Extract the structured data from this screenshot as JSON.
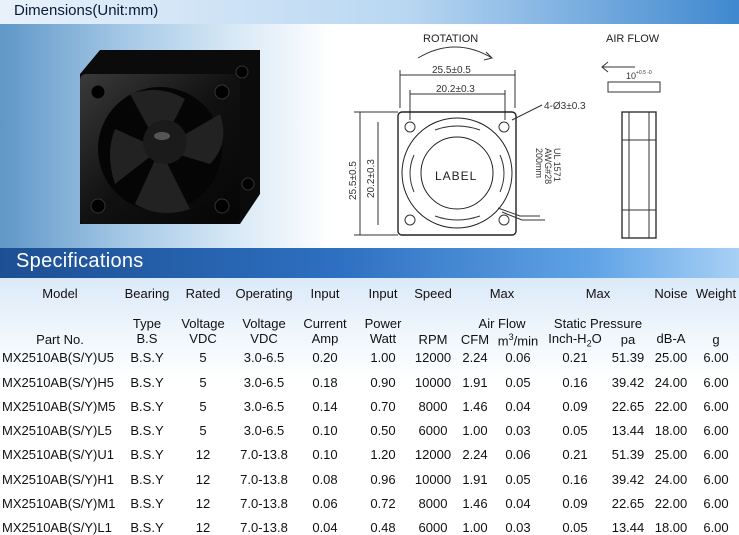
{
  "header": {
    "dimensions_title": "Dimensions(Unit:mm)",
    "specifications_title": "Specifications"
  },
  "drawing": {
    "rotation_label": "ROTATION",
    "airflow_label": "AIR FLOW",
    "dim_outer_width": "25.5±0.5",
    "dim_hole_pitch": "20.2±0.3",
    "dim_holes": "4-Ø3±0.3",
    "dim_outer_height": "25.5±0.5",
    "dim_hole_pitch_v": "20.2±0.3",
    "label_text": "LABEL",
    "wire_line1": "UL 1571",
    "wire_line2": "AWG#28",
    "wire_line3": "200mm",
    "thickness": "10",
    "thickness_tol": "+0.5 -0",
    "photo_alt": "fan-photo"
  },
  "table": {
    "head_row1": [
      "Model",
      "Bearing",
      "Rated",
      "Operating",
      "Input",
      "Input",
      "Speed",
      "Max",
      "Max",
      "Noise",
      "Weight"
    ],
    "head_row2": [
      "Part No.",
      "Type",
      "Voltage",
      "Voltage",
      "Current",
      "Power",
      "Air Flow",
      "Static Pressure"
    ],
    "head_row3": [
      "B.S",
      "VDC",
      "VDC",
      "Amp",
      "Watt",
      "RPM",
      "CFM",
      "m3/min",
      "Inch-H2O",
      "pa",
      "dB-A",
      "g"
    ],
    "rows": [
      [
        "MX2510AB(S/Y)U5",
        "B.S.Y",
        "5",
        "3.0-6.5",
        "0.20",
        "1.00",
        "12000",
        "2.24",
        "0.06",
        "0.21",
        "51.39",
        "25.00",
        "6.00"
      ],
      [
        "MX2510AB(S/Y)H5",
        "B.S.Y",
        "5",
        "3.0-6.5",
        "0.18",
        "0.90",
        "10000",
        "1.91",
        "0.05",
        "0.16",
        "39.42",
        "24.00",
        "6.00"
      ],
      [
        "MX2510AB(S/Y)M5",
        "B.S.Y",
        "5",
        "3.0-6.5",
        "0.14",
        "0.70",
        "8000",
        "1.46",
        "0.04",
        "0.09",
        "22.65",
        "22.00",
        "6.00"
      ],
      [
        "MX2510AB(S/Y)L5",
        "B.S.Y",
        "5",
        "3.0-6.5",
        "0.10",
        "0.50",
        "6000",
        "1.00",
        "0.03",
        "0.05",
        "13.44",
        "18.00",
        "6.00"
      ],
      [
        "MX2510AB(S/Y)U1",
        "B.S.Y",
        "12",
        "7.0-13.8",
        "0.10",
        "1.20",
        "12000",
        "2.24",
        "0.06",
        "0.21",
        "51.39",
        "25.00",
        "6.00"
      ],
      [
        "MX2510AB(S/Y)H1",
        "B.S.Y",
        "12",
        "7.0-13.8",
        "0.08",
        "0.96",
        "10000",
        "1.91",
        "0.05",
        "0.16",
        "39.42",
        "24.00",
        "6.00"
      ],
      [
        "MX2510AB(S/Y)M1",
        "B.S.Y",
        "12",
        "7.0-13.8",
        "0.06",
        "0.72",
        "8000",
        "1.46",
        "0.04",
        "0.09",
        "22.65",
        "22.00",
        "6.00"
      ],
      [
        "MX2510AB(S/Y)L1",
        "B.S.Y",
        "12",
        "7.0-13.8",
        "0.04",
        "0.48",
        "6000",
        "1.00",
        "0.03",
        "0.05",
        "13.44",
        "18.00",
        "6.00"
      ]
    ]
  }
}
